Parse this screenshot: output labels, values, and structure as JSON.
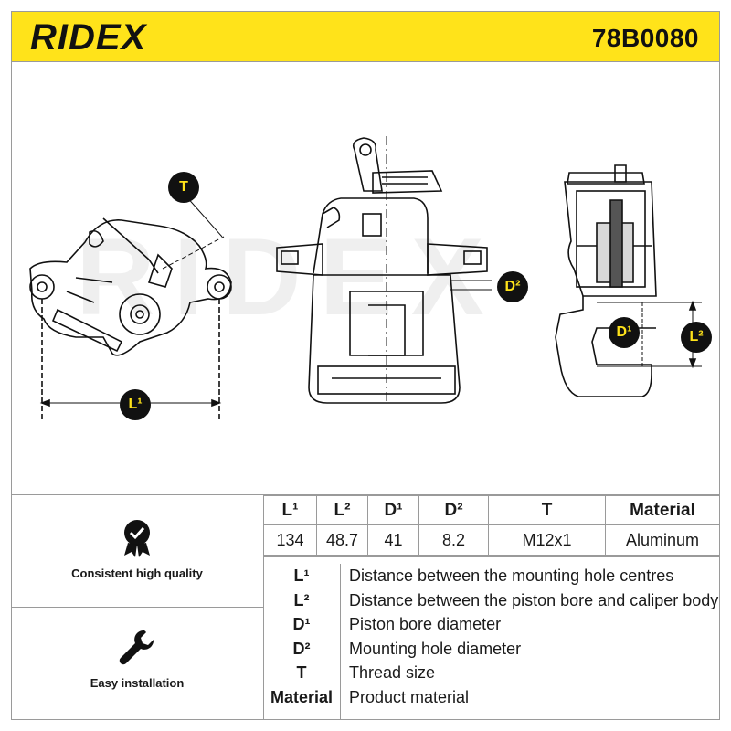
{
  "header": {
    "brand": "RIDEX",
    "part_number": "78B0080",
    "bg_color": "#ffe31a"
  },
  "drawing": {
    "watermark": "RIDEX",
    "callouts": {
      "T": "T",
      "D2": "D²",
      "D1": "D¹",
      "L2": "L²",
      "L1": "L¹"
    }
  },
  "badges": [
    {
      "icon": "quality-shield-check-icon",
      "label": "Consistent high quality"
    },
    {
      "icon": "wrench-icon",
      "label": "Easy installation"
    }
  ],
  "specs": {
    "headers": [
      "L¹",
      "L²",
      "D¹",
      "D²",
      "T",
      "Material"
    ],
    "values": [
      "134",
      "48.7",
      "41",
      "8.2",
      "M12x1",
      "Aluminum"
    ]
  },
  "legend": [
    {
      "key": "L¹",
      "desc": "Distance between the mounting hole centres"
    },
    {
      "key": "L²",
      "desc": "Distance between the piston bore and caliper body"
    },
    {
      "key": "D¹",
      "desc": "Piston bore diameter"
    },
    {
      "key": "D²",
      "desc": "Mounting hole diameter"
    },
    {
      "key": "T",
      "desc": "Thread size"
    },
    {
      "key": "Material",
      "desc": "Product material"
    }
  ]
}
